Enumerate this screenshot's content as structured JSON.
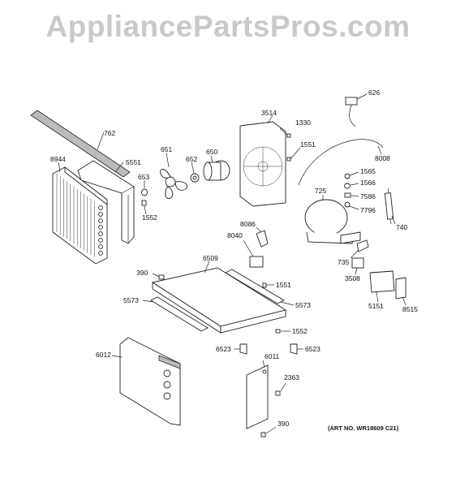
{
  "watermark": "AppliancePartsPros.com",
  "art_number": "(ART NO. WR18609 C21)",
  "labels": [
    {
      "id": "762",
      "text": "762"
    },
    {
      "id": "8944",
      "text": "8944"
    },
    {
      "id": "5551",
      "text": "5551"
    },
    {
      "id": "651",
      "text": "651"
    },
    {
      "id": "652",
      "text": "652"
    },
    {
      "id": "650",
      "text": "650"
    },
    {
      "id": "653",
      "text": "653"
    },
    {
      "id": "1552a",
      "text": "1552"
    },
    {
      "id": "3514",
      "text": "3514"
    },
    {
      "id": "1330",
      "text": "1330"
    },
    {
      "id": "1551a",
      "text": "1551"
    },
    {
      "id": "626",
      "text": "626"
    },
    {
      "id": "8008",
      "text": "8008"
    },
    {
      "id": "1565",
      "text": "1565"
    },
    {
      "id": "1566",
      "text": "1566"
    },
    {
      "id": "7586",
      "text": "7586"
    },
    {
      "id": "7796",
      "text": "7796"
    },
    {
      "id": "725",
      "text": "725"
    },
    {
      "id": "740",
      "text": "740"
    },
    {
      "id": "8086",
      "text": "8086"
    },
    {
      "id": "8040",
      "text": "8040"
    },
    {
      "id": "6509",
      "text": "6509"
    },
    {
      "id": "390a",
      "text": "390"
    },
    {
      "id": "1551b",
      "text": "1551"
    },
    {
      "id": "5573a",
      "text": "5573"
    },
    {
      "id": "5573b",
      "text": "5573"
    },
    {
      "id": "735",
      "text": "735"
    },
    {
      "id": "3508",
      "text": "3508"
    },
    {
      "id": "5151",
      "text": "5151"
    },
    {
      "id": "8515",
      "text": "8515"
    },
    {
      "id": "1552b",
      "text": "1552"
    },
    {
      "id": "6523a",
      "text": "6523"
    },
    {
      "id": "6523b",
      "text": "6523"
    },
    {
      "id": "6012",
      "text": "6012"
    },
    {
      "id": "6011",
      "text": "6011"
    },
    {
      "id": "2363",
      "text": "2363"
    },
    {
      "id": "390b",
      "text": "390"
    }
  ]
}
